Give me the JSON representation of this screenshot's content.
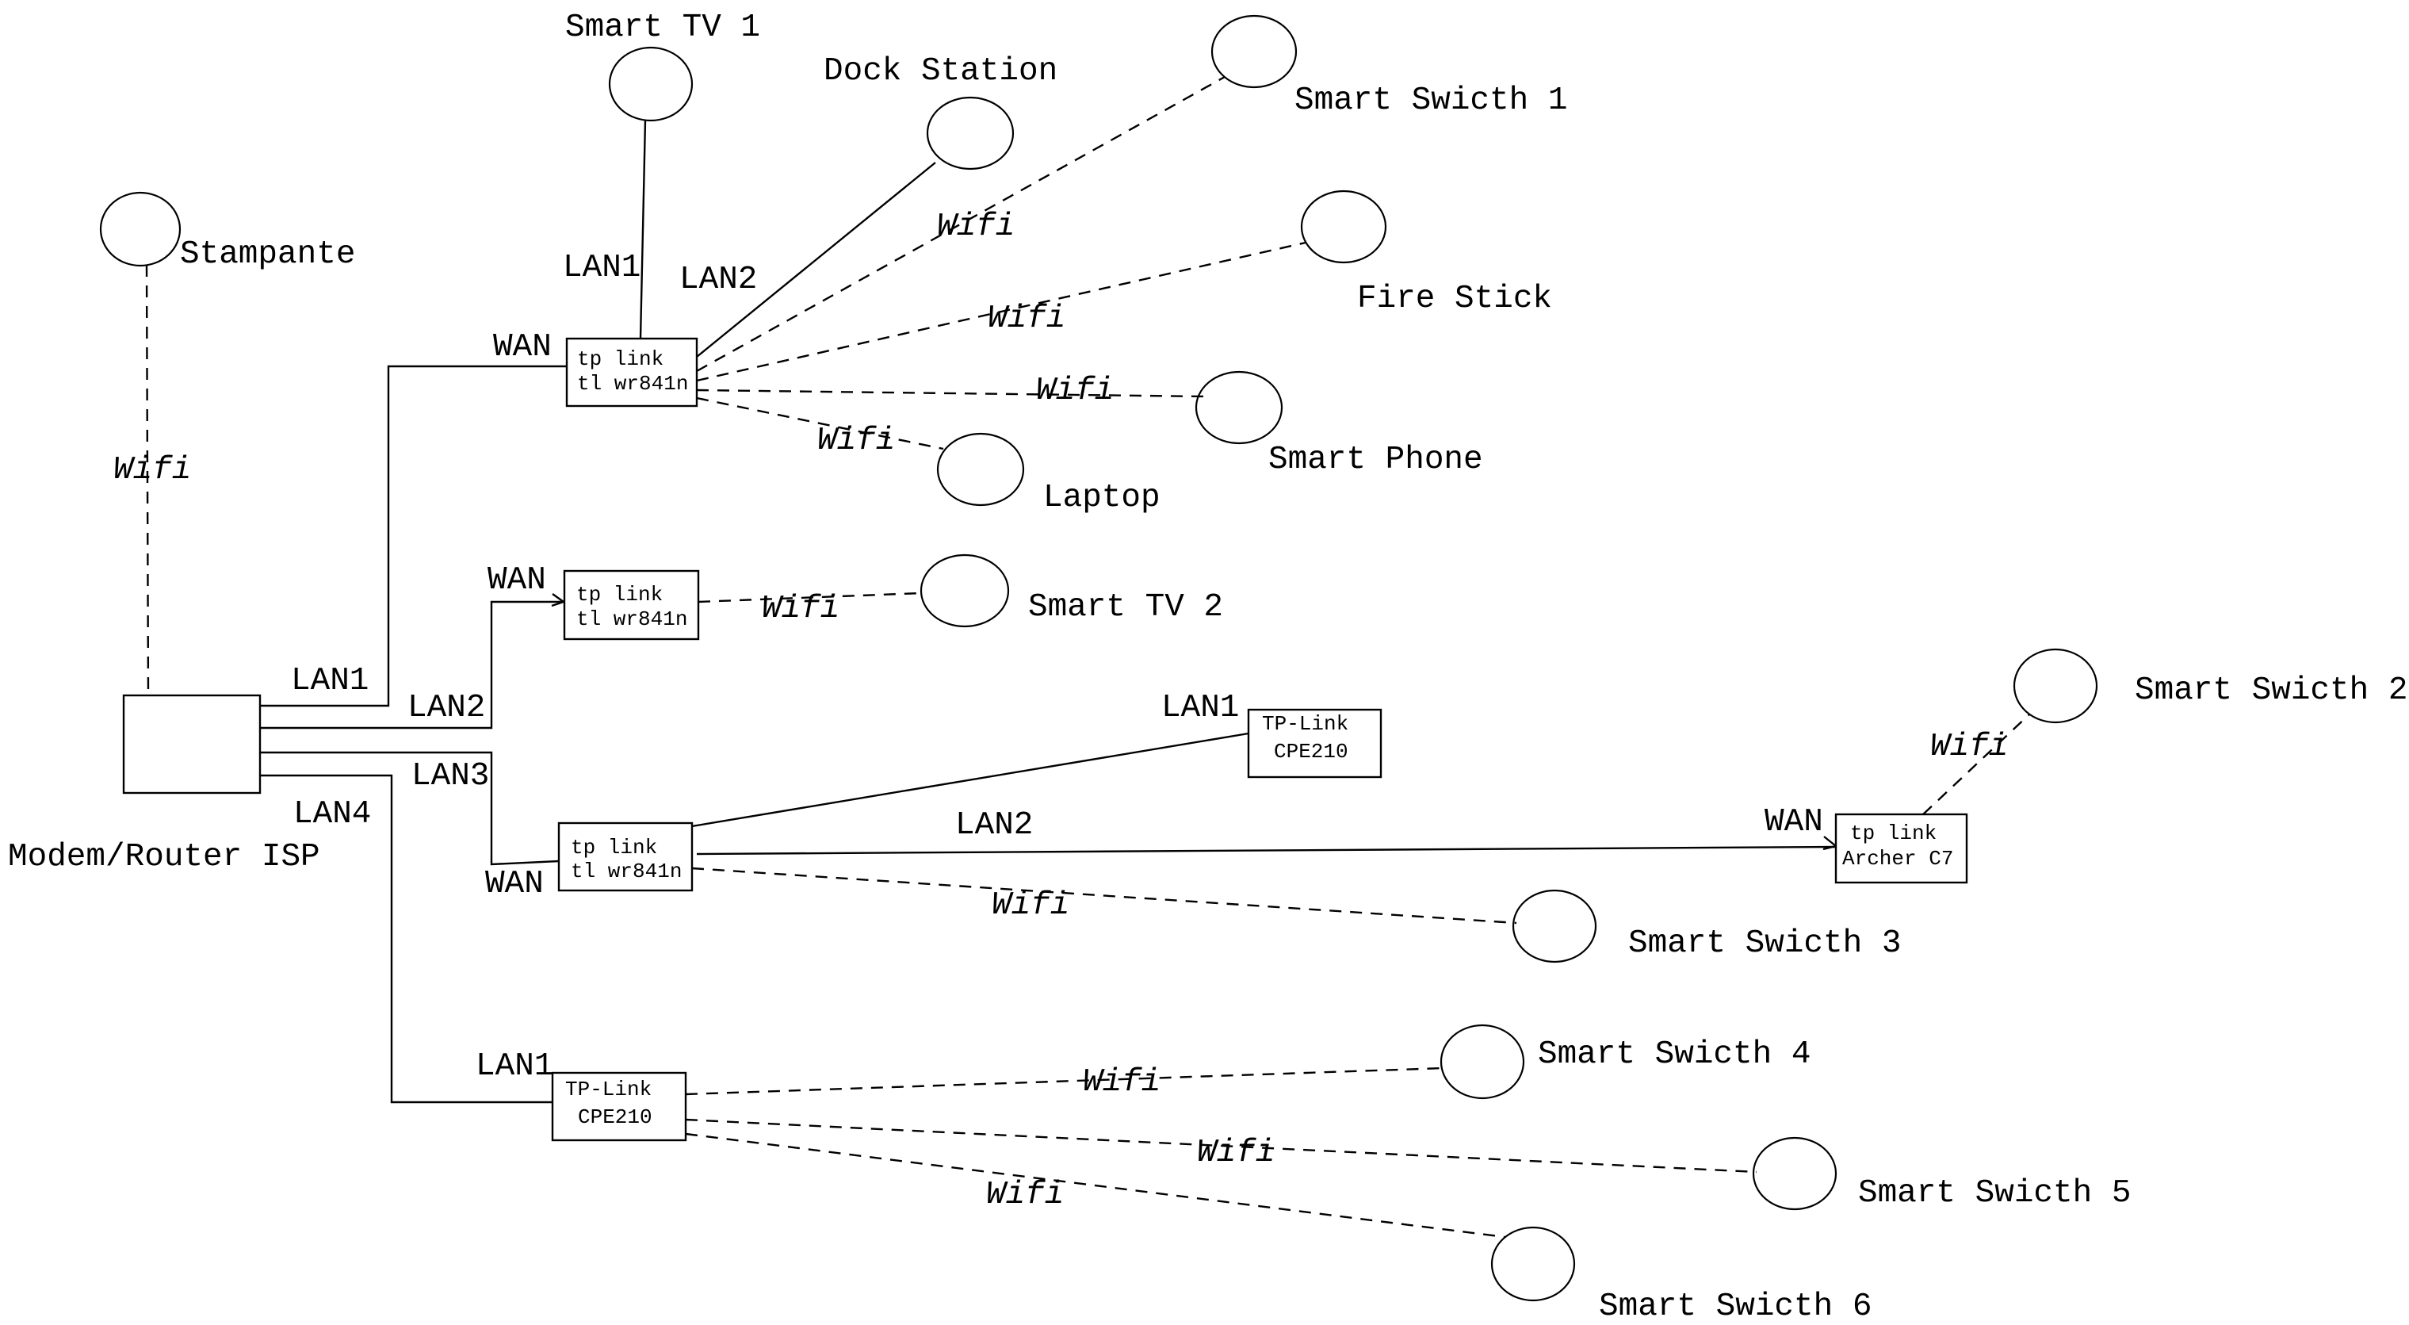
{
  "colors": {
    "ink": "#000000",
    "background": "#ffffff"
  },
  "devices": {
    "stampante": "Stampante",
    "smart_tv_1": "Smart TV 1",
    "dock_station": "Dock Station",
    "smart_switch_1": "Smart Swicth 1",
    "fire_stick": "Fire Stick",
    "smart_phone": "Smart Phone",
    "laptop": "Laptop",
    "smart_tv_2": "Smart TV 2",
    "smart_switch_2": "Smart Swicth 2",
    "smart_switch_3": "Smart Swicth 3",
    "smart_switch_4": "Smart Swicth 4",
    "smart_switch_5": "Smart Swicth 5",
    "smart_switch_6": "Smart Swicth 6",
    "modem": "Modem/Router ISP"
  },
  "boxes": {
    "router1": {
      "line1": "tp link",
      "line2": "tl wr841n"
    },
    "router2": {
      "line1": "tp link",
      "line2": "tl wr841n"
    },
    "router3": {
      "line1": "tp link",
      "line2": "tl wr841n"
    },
    "cpe1": {
      "line1": "TP-Link",
      "line2": "CPE210"
    },
    "cpe2": {
      "line1": "TP-Link",
      "line2": "CPE210"
    },
    "archer": {
      "line1": "tp link",
      "line2": "Archer C7"
    }
  },
  "ports": {
    "modem_lan1": "LAN1",
    "modem_lan2": "LAN2",
    "modem_lan3": "LAN3",
    "modem_lan4": "LAN4",
    "r1_wan": "WAN",
    "r1_lan1": "LAN1",
    "r1_lan2": "LAN2",
    "r2_wan": "WAN",
    "r3_wan": "WAN",
    "r3_lan2": "LAN2",
    "cpe1_lan1": "LAN1",
    "archer_wan": "WAN",
    "cpe2_lan1": "LAN1"
  },
  "wifi": {
    "label": "Wifi"
  }
}
